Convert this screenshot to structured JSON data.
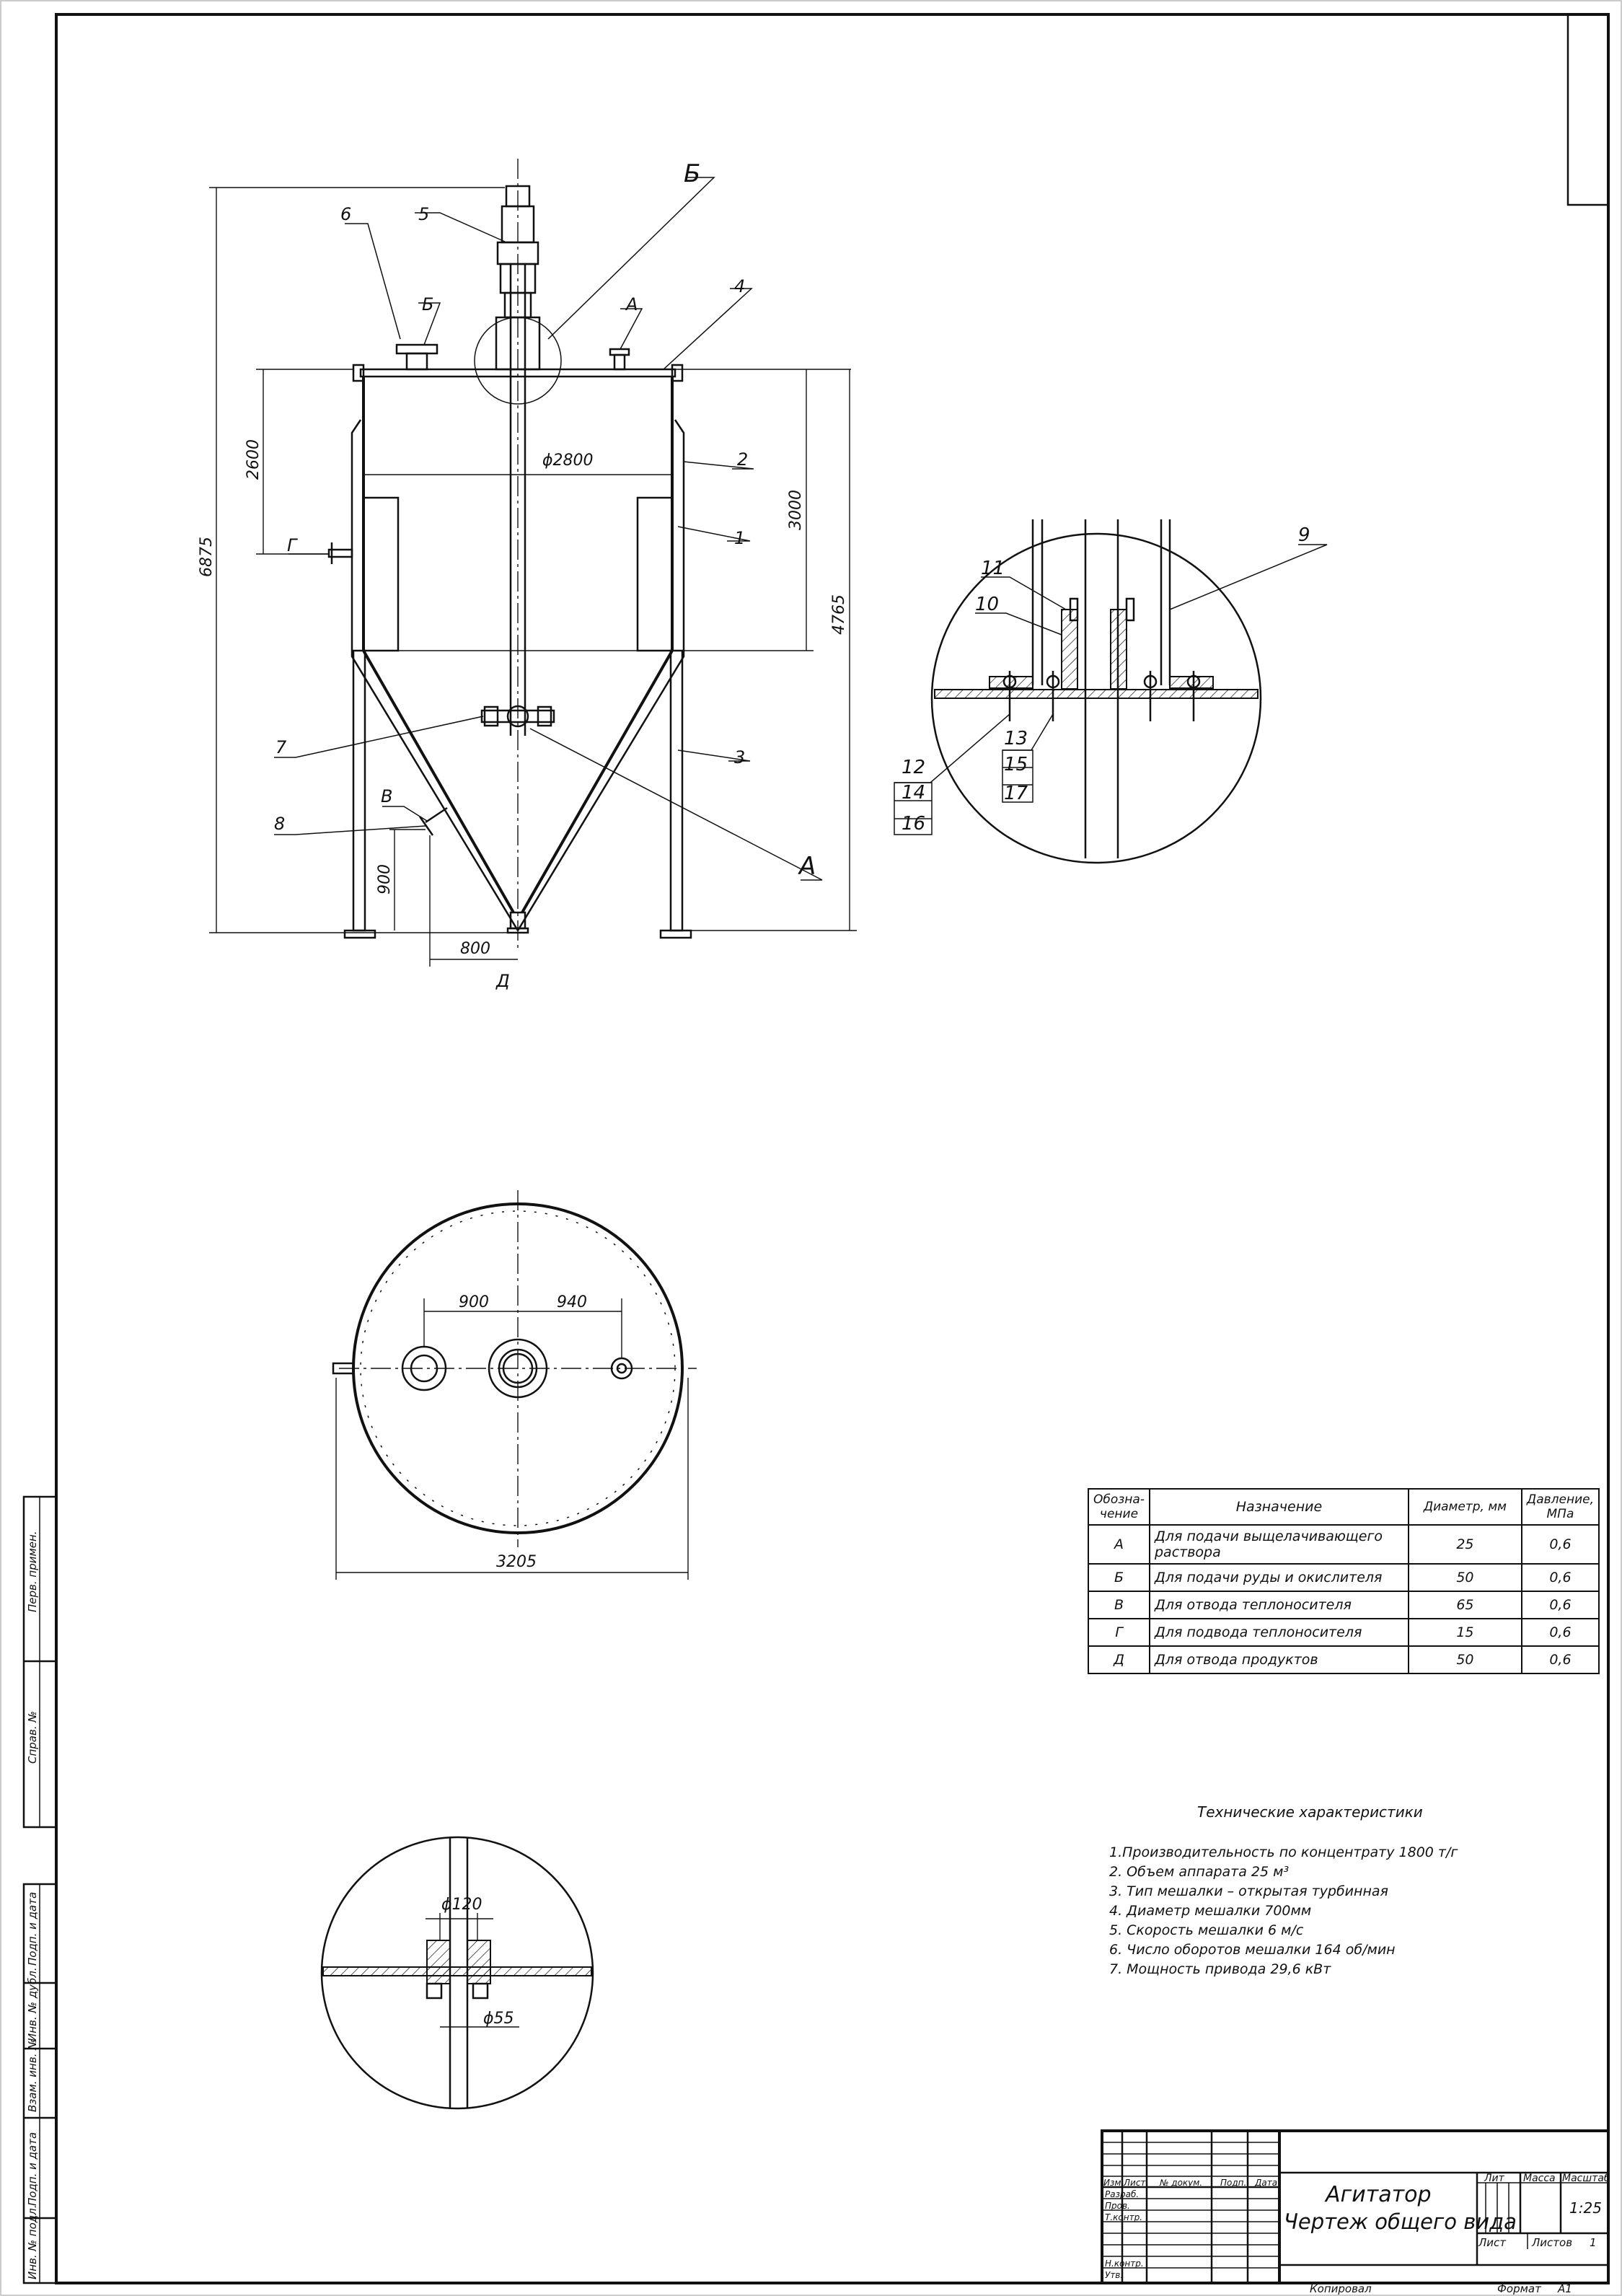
{
  "drawing": {
    "title": "Агитатор",
    "subtitle": "Чертеж общего вида",
    "scale": "1:25",
    "copied_label": "Копировал",
    "format_label": "Формат",
    "format_value": "А1",
    "sheet_label": "Лист",
    "sheets_label": "Листов",
    "sheets_value": "1"
  },
  "title_block": {
    "col_lit": "Лит",
    "col_mass": "Масса",
    "col_scale": "Масштаб",
    "row_headers": [
      "Изм",
      "Лист",
      "№ докум.",
      "Подп.",
      "Дата"
    ],
    "roles": [
      "Разраб.",
      "Пров.",
      "Т.контр.",
      "Н.контр.",
      "Утв."
    ]
  },
  "side_stamps": [
    "Перв. примен.",
    "Справ. №",
    "Подп. и дата",
    "Инв. № дубл.",
    "Взам. инв. №",
    "Подп. и дата",
    "Инв. № подл."
  ],
  "callouts": [
    "1",
    "2",
    "3",
    "4",
    "5",
    "6",
    "7",
    "8",
    "9",
    "10",
    "11",
    "12",
    "13",
    "14",
    "15",
    "16",
    "17"
  ],
  "nozzle_labels": [
    "А",
    "Б",
    "В",
    "Г",
    "Д"
  ],
  "view_labels": {
    "detail_a": "А",
    "detail_b": "Б"
  },
  "dimensions": {
    "overall_height": "6875",
    "h2600": "2600",
    "h3000": "3000",
    "h4765": "4765",
    "diameter": "ϕ2800",
    "h900": "900",
    "w800": "800",
    "plan_900": "900",
    "plan_940": "940",
    "plan_3205": "3205",
    "det_120": "ϕ120",
    "det_55": "ϕ55"
  },
  "nozzle_table": {
    "headers": [
      "Обозна-\nчение",
      "Назначение",
      "Диаметр, мм",
      "Давление, МПа"
    ],
    "rows": [
      [
        "А",
        "Для подачи выщелачивающего раствора",
        "25",
        "0,6"
      ],
      [
        "Б",
        "Для подачи руды и окислителя",
        "50",
        "0,6"
      ],
      [
        "В",
        "Для отвода теплоносителя",
        "65",
        "0,6"
      ],
      [
        "Г",
        "Для подвода теплоносителя",
        "15",
        "0,6"
      ],
      [
        "Д",
        "Для отвода продуктов",
        "50",
        "0,6"
      ]
    ]
  },
  "tech": {
    "title": "Технические характеристики",
    "items": [
      "1.Производительность  по концентрату 1800 т/г",
      "2. Объем аппарата 25 м³",
      "3. Тип мешалки – открытая турбинная",
      "4. Диаметр мешалки 700мм",
      "5. Скорость мешалки 6 м/с",
      "6. Число оборотов мешалки 164 об/мин",
      "7. Мощность привода 29,6 кВт"
    ]
  }
}
